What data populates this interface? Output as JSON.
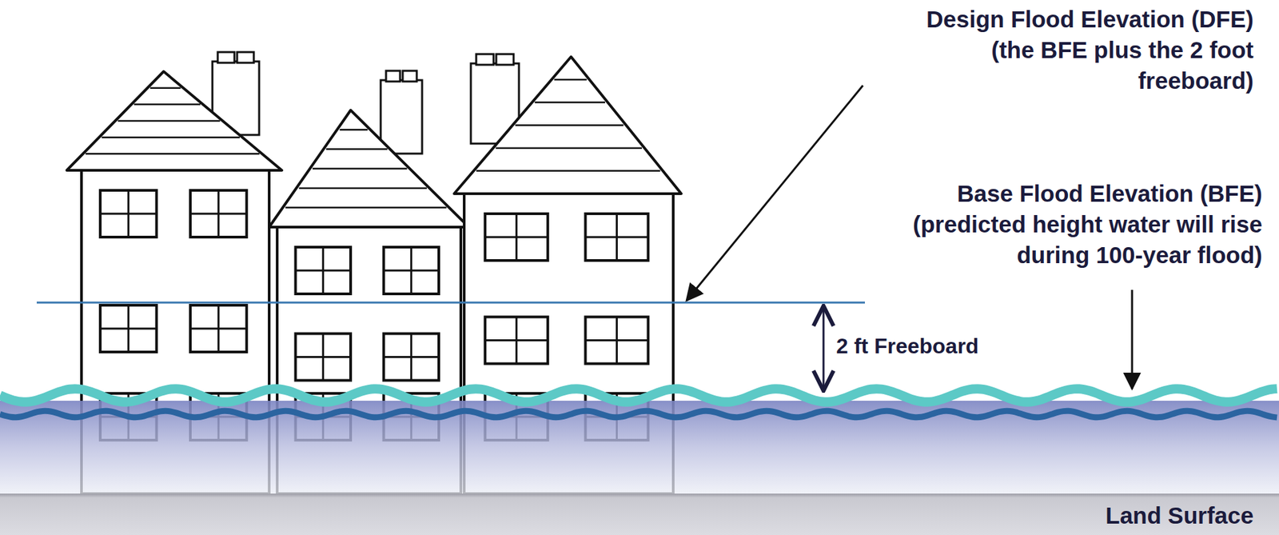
{
  "diagram": {
    "nodes": [
      {
        "text": [
          "Land Surface"
        ]
      }
    ],
    "labels": [
      "Design Flood Elevation (DFE)",
      "(the BFE plus the 2 foot freeboard)",
      "Base Flood Elevation (BFE)",
      "(predicted height water will rise during 100-year flood)",
      "2 ft Freeboard"
    ]
  }
}
